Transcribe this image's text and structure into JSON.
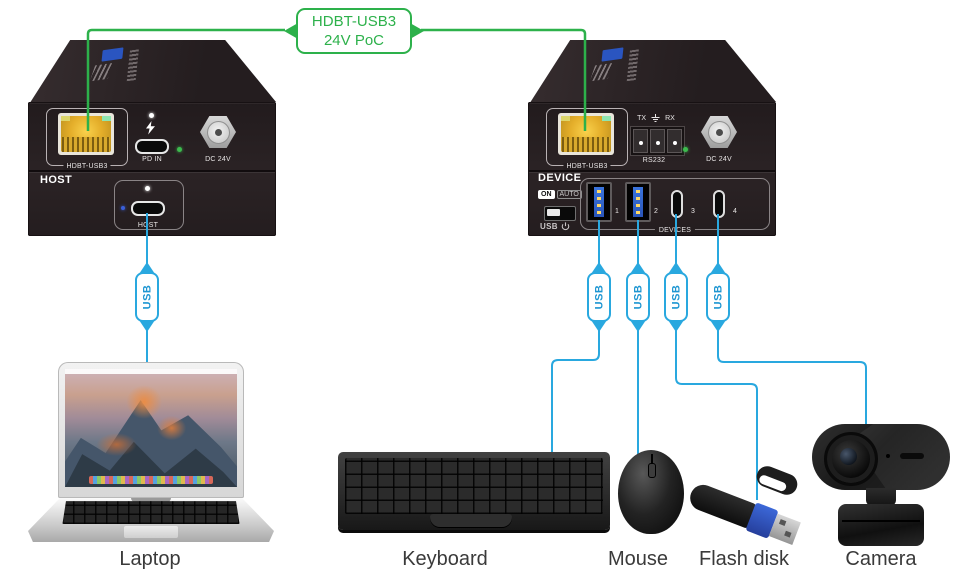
{
  "link": {
    "label_line1": "HDBT-USB3",
    "label_line2": "24V PoC",
    "color": "#2db14b"
  },
  "cables": {
    "usb_label": "USB",
    "color": "#29a8df"
  },
  "host_unit": {
    "panel_label": "HOST",
    "ports": {
      "hdbt": "HDBT-USB3",
      "pd_in": "PD IN",
      "dc": "DC 24V",
      "host_port": "HOST"
    }
  },
  "device_unit": {
    "panel_label": "DEVICE",
    "ports": {
      "hdbt": "HDBT-USB3",
      "rs232_tx": "TX",
      "rs232_rx": "RX",
      "rs232": "RS232",
      "dc": "DC 24V"
    },
    "mode_switch": {
      "on": "ON",
      "auto": "AUTO"
    },
    "usb_power": "USB",
    "device_ports": {
      "numbers": [
        "1",
        "2",
        "3",
        "4"
      ],
      "group": "DEVICES"
    }
  },
  "peripherals": {
    "laptop": "Laptop",
    "keyboard": "Keyboard",
    "mouse": "Mouse",
    "flash_disk": "Flash disk",
    "camera": "Camera"
  }
}
